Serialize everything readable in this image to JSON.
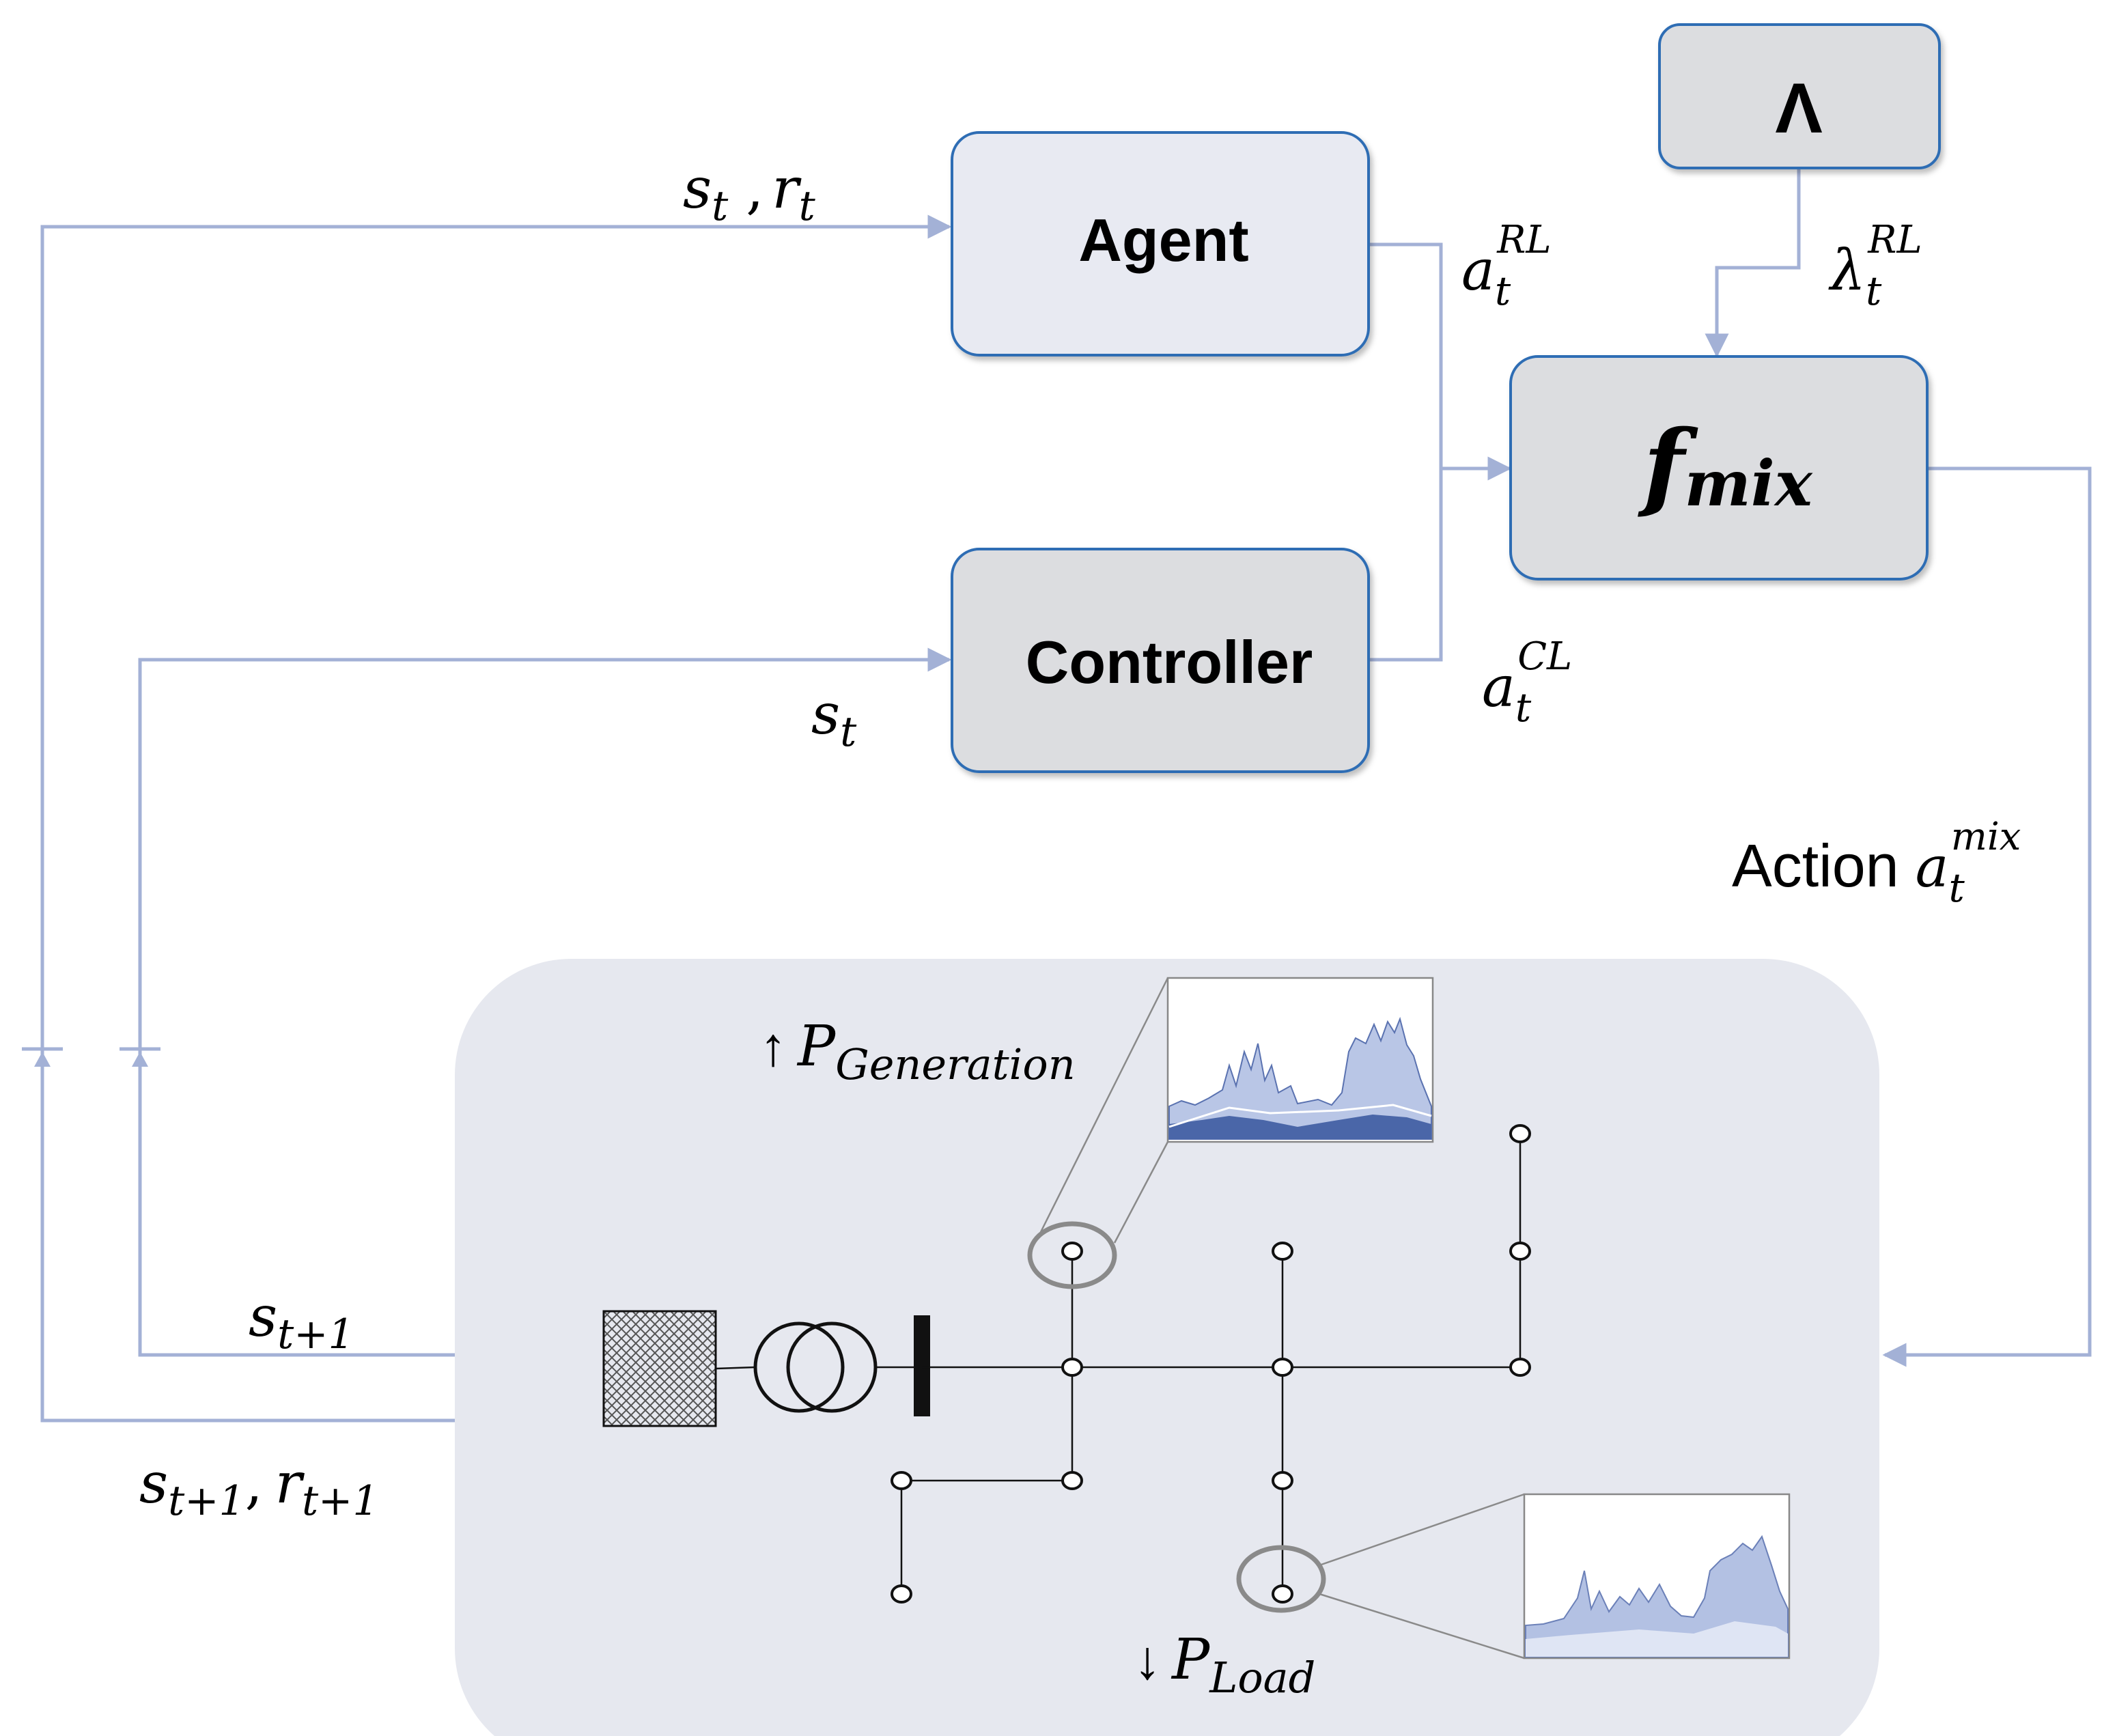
{
  "blocks": {
    "agent": "Agent",
    "controller": "Controller",
    "lambda": "Λ",
    "fmix": {
      "main": "f",
      "sub": "mix"
    }
  },
  "signals": {
    "st_rt": {
      "a": "s",
      "a_sub": "t",
      "sep": " ,",
      "b": "r",
      "b_sub": "t"
    },
    "a_rl": {
      "base": "a",
      "sub": "t",
      "sup": "RL"
    },
    "lambda_rl": {
      "base": "λ",
      "sub": "t",
      "sup": "RL"
    },
    "a_cl": {
      "base": "a",
      "sub": "t",
      "sup": "CL"
    },
    "st": {
      "base": "s",
      "sub": "t"
    },
    "action": {
      "word": "Action",
      "base": "a",
      "sub": "t",
      "sup": "mix"
    },
    "st1": {
      "base": "s",
      "sub": "t+1"
    },
    "st1_rt1": {
      "a": "s",
      "a_sub": "t+1",
      "sep": ",",
      "b": "r",
      "b_sub": "t+1"
    }
  },
  "grid_labels": {
    "generation": {
      "arrow": "↑",
      "base": "P",
      "sub": "Generation"
    },
    "load": {
      "arrow": "↓",
      "base": "P",
      "sub": "Load"
    }
  },
  "colors": {
    "wire": "#a3b1d6",
    "agent_fill": "#e8eaf2",
    "grey_fill": "#dcdde0",
    "box_stroke": "#2e6db4",
    "env_fill": "#e6e8ef"
  }
}
